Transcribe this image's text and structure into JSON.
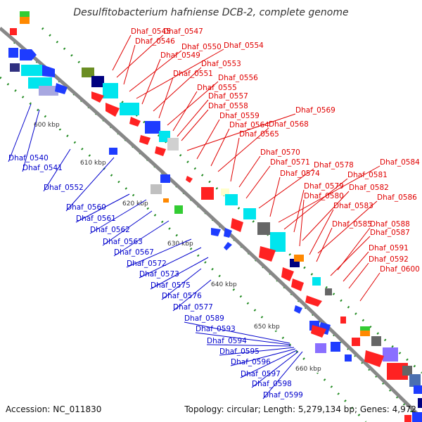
{
  "title": "Desulfitobacterium hafniense DCB-2, complete genome",
  "accession": "Accession: NC_011830",
  "summary": "Topology: circular; Length: 5,279,134 bp; Genes: 4,972",
  "colors": {
    "forward": "#e00000",
    "reverse": "#0000cc",
    "backbone": "#888888",
    "tick": "#228b22"
  },
  "scale_labels": [
    "600 kbp",
    "610 kbp",
    "620 kbp",
    "630 kbp",
    "640 kbp",
    "650 kbp",
    "660 kbp"
  ],
  "forward_genes": [
    "Dhaf_0545",
    "Dhaf_0547",
    "Dhaf_0546",
    "Dhaf_0550",
    "Dhaf_0554",
    "Dhaf_0549",
    "Dhaf_0553",
    "Dhaf_0551",
    "Dhaf_0556",
    "Dhaf_0555",
    "Dhaf_0557",
    "Dhaf_0558",
    "Dhaf_0569",
    "Dhaf_0559",
    "Dhaf_0564",
    "Dhaf_0568",
    "Dhaf_0565",
    "Dhaf_0570",
    "Dhaf_0571",
    "Dhaf_0578",
    "Dhaf_0584",
    "Dhaf_0574",
    "Dhaf_0581",
    "Dhaf_0579",
    "Dhaf_0582",
    "Dhaf_0580",
    "Dhaf_0586",
    "Dhaf_0583",
    "Dhaf_0585",
    "Dhaf_0588",
    "Dhaf_0587",
    "Dhaf_0591",
    "Dhaf_0592",
    "Dhaf_0600"
  ],
  "reverse_genes": [
    "Dhaf_0540",
    "Dhaf_0541",
    "Dhaf_0552",
    "Dhaf_0560",
    "Dhaf_0561",
    "Dhaf_0562",
    "Dhaf_0563",
    "Dhaf_0567",
    "Dhaf_0572",
    "Dhaf_0573",
    "Dhaf_0575",
    "Dhaf_0576",
    "Dhaf_0577",
    "Dhaf_0589",
    "Dhaf_0593",
    "Dhaf_0594",
    "Dhaf_0595",
    "Dhaf_0596",
    "Dhaf_0597",
    "Dhaf_0598",
    "Dhaf_0599"
  ]
}
